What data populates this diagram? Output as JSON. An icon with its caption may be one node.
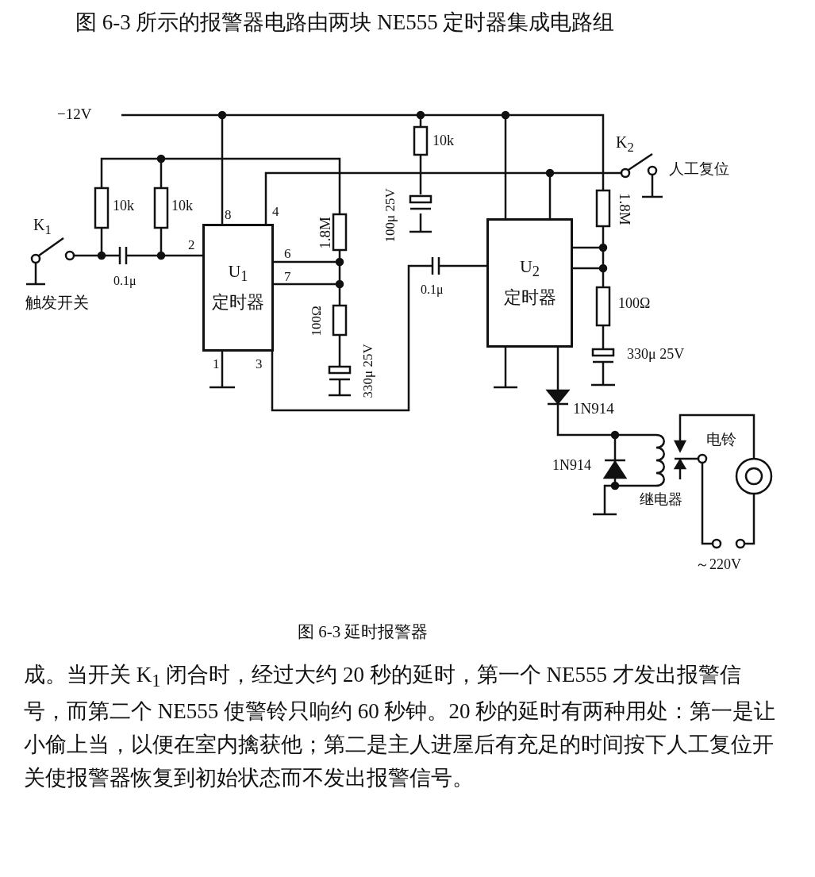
{
  "diagram": {
    "caption": "图 6-3 延时报警器",
    "nodes": [
      {
        "text": [
          "U$_{1}$",
          "定时器"
        ]
      },
      {
        "text": [
          "U$_{2}$",
          "定时器"
        ]
      }
    ],
    "labels": [
      "图 6-3 所示的报警器电路由两块 NE555 定时器集成电路组",
      "−12V",
      "10k",
      "K$_{2}$",
      "人工复位",
      "10k",
      "10k",
      "8",
      "4",
      "1.8M",
      "100μ 25V",
      "1.8M",
      "K$_{1}$",
      "2",
      "6",
      "7",
      "0.1μ",
      "0.1μ",
      "触发开关",
      "100Ω",
      "330μ 25V",
      "100Ω",
      "330μ 25V",
      "1",
      "3",
      "1N914",
      "1N914",
      "电铃",
      "继电器",
      "～220V",
      "成。当开关 K$_{1}$ 闭合时，经过大约 20 秒的延时，第一个 NE555 才发出报警信号，而第二个 NE555 使警铃只响约 60 秒钟。20 秒的延时有两种用处：第一是让小偷上当，以便在室内擒获他；第二是主人进屋后有充足的时间按下人工复位开关使报警器恢复到初始状态而不发出报警信号。"
    ]
  }
}
